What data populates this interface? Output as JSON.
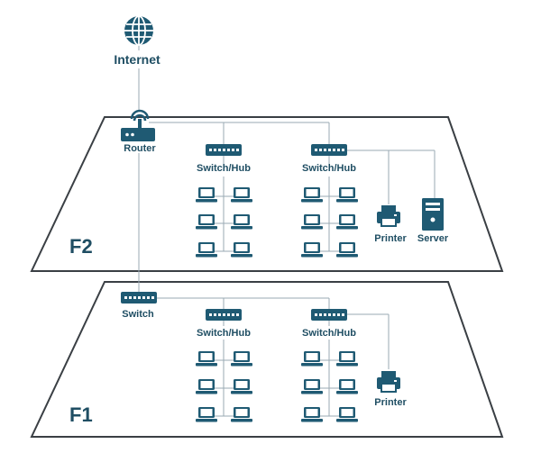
{
  "colors": {
    "device": "#1f5a73",
    "wire": "#9aaab3",
    "floor_outline": "#3a3f44",
    "text": "#1f4e63"
  },
  "labels": {
    "internet": "Internet",
    "router": "Router",
    "switch": "Switch",
    "switch_hub": "Switch/Hub",
    "printer": "Printer",
    "server": "Server"
  },
  "floors": [
    {
      "name": "F2",
      "hubs": 2,
      "laptops_per_hub": 6,
      "has_router": true,
      "printers": 1,
      "servers": 1
    },
    {
      "name": "F1",
      "hubs": 2,
      "laptops_per_hub": 6,
      "has_switch": true,
      "printers": 1,
      "servers": 0
    }
  ]
}
